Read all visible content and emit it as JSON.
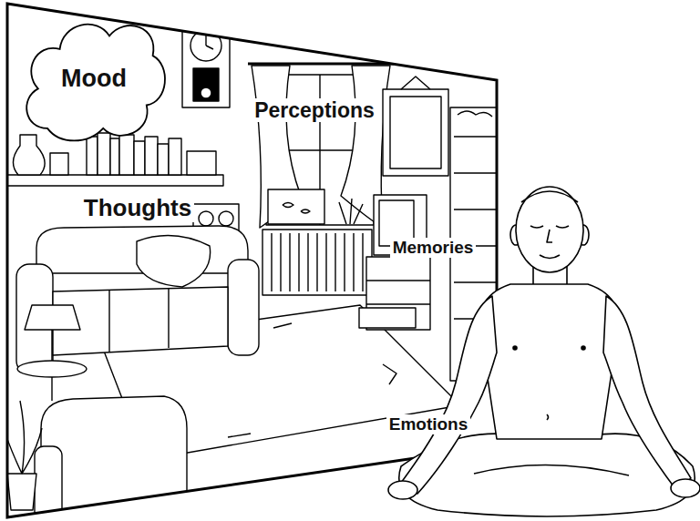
{
  "diagram": {
    "nodes": [
      {
        "text": [
          "Mood"
        ]
      }
    ],
    "labels": [
      "Perceptions",
      "Thoughts",
      "Memories",
      "Emotions"
    ]
  }
}
